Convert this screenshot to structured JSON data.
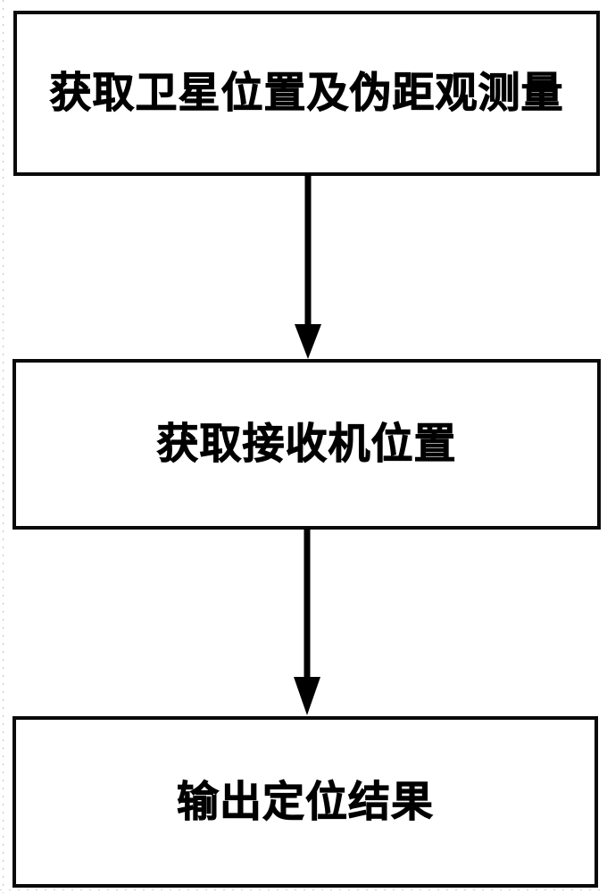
{
  "diagram": {
    "title": "",
    "orientation": "vertical",
    "stroke_color": "#000000",
    "fill_color": "#ffffff",
    "nodes": [
      {
        "id": "acquire",
        "label": "获取卫星位置及伪距观测量",
        "shape": "rectangle"
      },
      {
        "id": "receiver",
        "label": "获取接收机位置",
        "shape": "rectangle"
      },
      {
        "id": "output",
        "label": "输出定位结果",
        "shape": "rectangle"
      }
    ],
    "connectors": [
      {
        "id": "connector-1",
        "from": "acquire",
        "to": "receiver",
        "arrow": "down-arrow"
      },
      {
        "id": "connector-2",
        "from": "receiver",
        "to": "output",
        "arrow": "down-arrow"
      }
    ]
  }
}
